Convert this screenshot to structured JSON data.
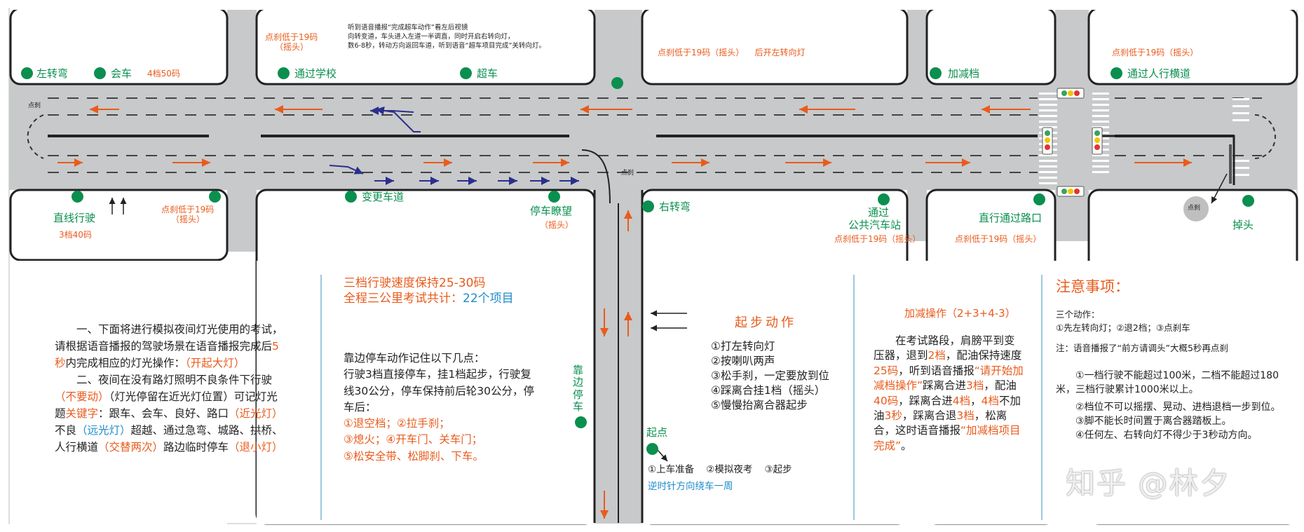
{
  "road_labels": {
    "left_turn": "左转弯",
    "meeting": "会车",
    "meeting_gear": "4档50码",
    "brake_19_top_a": "点刹低于19码",
    "shake_head_a": "（摇头）",
    "pass_school": "通过学校",
    "overtake_instruction": "听到语音播报“完成超车动作”看左后视镜\n向转变道，车头进入左道一半调直，同时开启右转向灯，\n数6-8秒，转动方向返回车道，听到语音“超车项目完成”关转向灯。",
    "overtake": "超车",
    "brake_then_left": "点刹低于19码（摇头）    后开左转向灯",
    "speed_change": "加减档",
    "brake_19_top_b": "点刹低于19码（摇头）",
    "pass_crosswalk": "通过人行横道",
    "dian_sha_left": "点刹",
    "straight_drive": "直线行驶",
    "straight_gear": "3档40码",
    "brake_19_left": "点刹低于19码",
    "shake_head_b": "（摇头）",
    "lane_change": "变更车道",
    "stop_look": "停车瞭望",
    "shake_head_c": "（摇头）",
    "dian_sha_mid": "点刹",
    "right_turn": "右转弯",
    "pass_bus_1": "通过",
    "pass_bus_2": "公共汽车站",
    "brake_bus": "点刹低于19码（摇头）",
    "straight_intersection": "直行通过路口",
    "brake_intersection": "点刹低于19码（摇头）",
    "dian_sha_circle": "点刹",
    "u_turn": "掉头",
    "pull_over_vertical": "靠边停车",
    "start_point": "起点",
    "steps": "①上车准备    ②模拟夜考    ③起步",
    "counterclockwise": "逆时针方向绕车一周"
  },
  "night_lights": {
    "p1_a": "一、下面将进行模拟夜间灯光使用的考试，请根据语音播报的驾驶场景在语音播报完成后",
    "p1_b": "5秒",
    "p1_c": "内完成相应的灯光操作：",
    "p1_d": "（开起大灯）",
    "p2_a": "二、夜间在没有路灯照明不良条件下行驶",
    "p2_b": "（不要动）",
    "p2_c": "（灯光停留在近光灯位置）可记灯光题",
    "p2_d": "关键字",
    "p2_e": "：跟车、会车、良好、路口",
    "p2_f": "（近光灯）",
    "p2_g": "不良",
    "p2_h": "（远光灯）",
    "p2_i": "超越、通过急弯、城路、拱桥、人行横道",
    "p2_j": "（交替两次）",
    "p2_k": "路边临时停车",
    "p2_l": "（退小灯）"
  },
  "third_gear": {
    "line1": "三档行驶速度保持25-30码",
    "line2_a": "全程三公里考试共计：",
    "line2_b": "22个项目",
    "pull_intro": "靠边停车动作记住以下几点：",
    "pull_body": "行驶3档直接停车，挂1档起步，行驶复线30公分，停车保持前后轮30公分，停车后：",
    "pull_s1": "①退空档；②拉手刹；",
    "pull_s2": "③熄火；④开车门、关车门；",
    "pull_s3": "⑤松安全带、松脚刹、下车。"
  },
  "start_action": {
    "title": "起步动作",
    "steps": [
      "①打左转向灯",
      "②按喇叭两声",
      "③松手刹，一定要放到位",
      "④踩离合挂1档（摇头）",
      "⑤慢慢抬离合器起步"
    ]
  },
  "gear_op": {
    "title": "加减操作（2+3+4-3）",
    "t1": "在考试路段，肩膀平到变压器，退到",
    "t2": "2档",
    "t3": "，配油保持速度",
    "t4": "25码",
    "t5": "，听到语音播报",
    "t6": "“请开始加减档操作”",
    "t7": "踩离合进",
    "t8": "3档",
    "t9": "，配油",
    "t10": "40码",
    "t11": "，踩离合进",
    "t12": "4档",
    "t13": "，",
    "t14": "4档",
    "t15": "不加油",
    "t16": "3秒",
    "t17": "，踩离合退",
    "t18": "3档",
    "t19": "，松离合，这时语音播报",
    "t20": "“加减档项目完成”",
    "t21": "。"
  },
  "notes": {
    "title": "注意事项：",
    "three_actions_label": "三个动作：",
    "three_actions": "①先左转向灯；②退2档；③点刹车",
    "note": "注：语音播报了“前方请调头”大概5秒再点刹",
    "n1": "①一档行驶不能超过100米，二档不能超过180米，三档行驶累计1000米以上。",
    "n2": "②档位不可以摇摆、晃动、进档退档一步到位。",
    "n3": "③脚不能长时间置于离合器踏板上。",
    "n4": "④任何左、右转向灯不得少于3秒动方向。"
  },
  "watermark": "知乎 @林夕",
  "colors": {
    "road": "#c8c9ca",
    "route_green": "#0a8f4f",
    "orange": "#e95b1c",
    "blue_link": "#1f8cc8",
    "arrow_blue": "#2b2f8c"
  }
}
